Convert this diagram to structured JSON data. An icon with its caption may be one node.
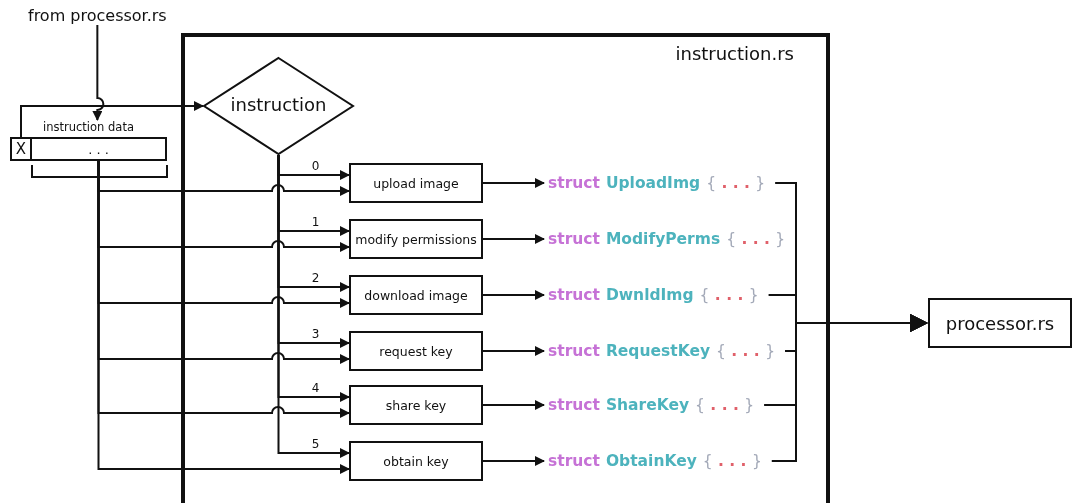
{
  "diagram": {
    "nodes": [
      {
        "text": [
          "from processor.rs"
        ]
      },
      {
        "text": [
          "instruction data"
        ]
      },
      {
        "text": [
          "X"
        ],
        "in": 1
      },
      {
        "text": [
          ". . ."
        ],
        "in": 1
      },
      {
        "text": [
          "instruction.rs"
        ]
      },
      {
        "text": [
          "instruction"
        ],
        "in": 4
      },
      {
        "text": [
          "upload image"
        ],
        "in": 4
      },
      {
        "text": [
          "modify permissions"
        ],
        "in": 4
      },
      {
        "text": [
          "download image"
        ],
        "in": 4
      },
      {
        "text": [
          "request key"
        ],
        "in": 4
      },
      {
        "text": [
          "share key"
        ],
        "in": 4
      },
      {
        "text": [
          "obtain key"
        ],
        "in": 4
      },
      {
        "text": [
          "struct",
          "UploadImg",
          "{ . . . }"
        ],
        "in": 4
      },
      {
        "text": [
          "struct",
          "ModifyPerms",
          "{ . . . }"
        ],
        "in": 4
      },
      {
        "text": [
          "struct",
          "DwnldImg",
          "{ . . . }"
        ],
        "in": 4
      },
      {
        "text": [
          "struct",
          "RequestKey",
          "{ . . . }"
        ],
        "in": 4
      },
      {
        "text": [
          "struct",
          "ShareKey",
          "{ . . . }"
        ],
        "in": 4
      },
      {
        "text": [
          "struct",
          "ObtainKey",
          "{ . . . }"
        ],
        "in": 4
      },
      {
        "text": [
          "processor.rs"
        ]
      }
    ],
    "edges": [
      {
        "from": 0,
        "to": 1,
        "arrow": "to"
      },
      {
        "from": 2,
        "to": 5,
        "arrow": "to"
      },
      {
        "from": 5,
        "to": 6,
        "arrow": "to",
        "label": "0"
      },
      {
        "from": 3,
        "to": 6,
        "arrow": "to"
      },
      {
        "from": 5,
        "to": 7,
        "arrow": "to",
        "label": "1"
      },
      {
        "from": 3,
        "to": 7,
        "arrow": "to"
      },
      {
        "from": 5,
        "to": 8,
        "arrow": "to",
        "label": "2"
      },
      {
        "from": 3,
        "to": 8,
        "arrow": "to"
      },
      {
        "from": 5,
        "to": 9,
        "arrow": "to",
        "label": "3"
      },
      {
        "from": 3,
        "to": 9,
        "arrow": "to"
      },
      {
        "from": 5,
        "to": 10,
        "arrow": "to",
        "label": "4"
      },
      {
        "from": 3,
        "to": 10,
        "arrow": "to"
      },
      {
        "from": 5,
        "to": 11,
        "arrow": "to",
        "label": "5"
      },
      {
        "from": 3,
        "to": 11,
        "arrow": "to"
      },
      {
        "from": 6,
        "to": 12,
        "arrow": "to"
      },
      {
        "from": 7,
        "to": 13,
        "arrow": "to"
      },
      {
        "from": 8,
        "to": 14,
        "arrow": "to"
      },
      {
        "from": 9,
        "to": 15,
        "arrow": "to"
      },
      {
        "from": 10,
        "to": 16,
        "arrow": "to"
      },
      {
        "from": 11,
        "to": 17,
        "arrow": "to"
      },
      {
        "from": 12,
        "to": 18,
        "arrow": "to"
      },
      {
        "from": 13,
        "to": 18,
        "arrow": "to"
      },
      {
        "from": 14,
        "to": 18,
        "arrow": "to"
      },
      {
        "from": 15,
        "to": 18,
        "arrow": "to"
      },
      {
        "from": 16,
        "to": 18,
        "arrow": "to"
      },
      {
        "from": 17,
        "to": 18,
        "arrow": "to"
      }
    ]
  }
}
